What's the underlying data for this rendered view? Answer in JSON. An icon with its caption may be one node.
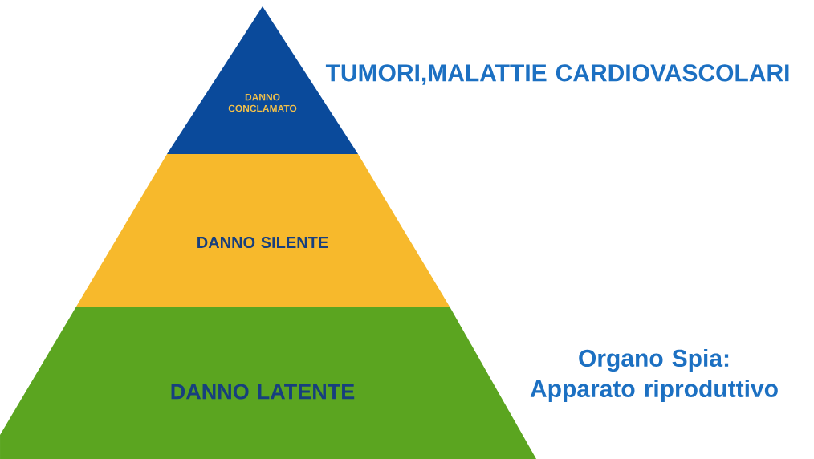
{
  "diagram": {
    "nodes": [
      {
        "text": [
          "DANNO CONCLAMATO"
        ],
        "beside": [
          "TUMORI,MALATTIE CARDIOVASCOLARI"
        ]
      },
      {
        "text": [
          "DANNO SILENTE"
        ]
      },
      {
        "text": [
          "DANNO LATENTE"
        ],
        "beside": [
          "Organo Spia: Apparato riproduttivo"
        ]
      }
    ]
  }
}
